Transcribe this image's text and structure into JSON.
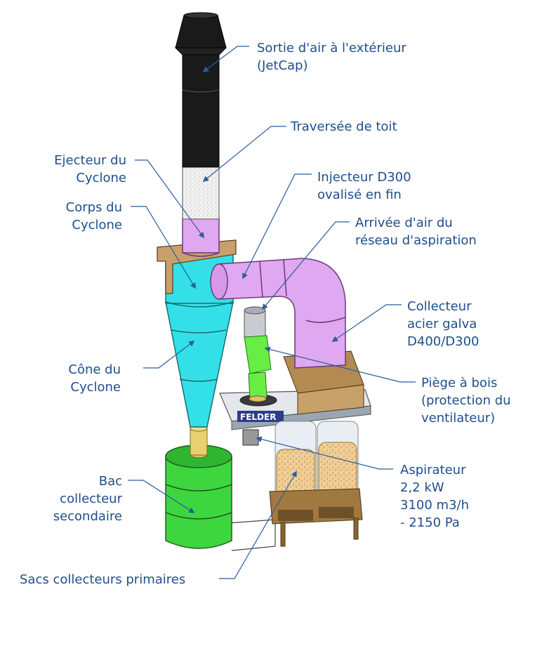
{
  "labels": {
    "sortie": {
      "lines": [
        "Sortie d'air à l'extérieur",
        "(JetCap)"
      ]
    },
    "traversee": {
      "lines": [
        "Traversée de toit"
      ]
    },
    "ejecteur": {
      "lines": [
        "Ejecteur du",
        "Cyclone"
      ]
    },
    "injecteur": {
      "lines": [
        "Injecteur D300",
        "ovalisé en fin"
      ]
    },
    "corps": {
      "lines": [
        "Corps du",
        "Cyclone"
      ]
    },
    "arrivee": {
      "lines": [
        "Arrivée d'air du",
        "réseau d'aspiration"
      ]
    },
    "collecteur": {
      "lines": [
        "Collecteur",
        "acier galva",
        "D400/D300"
      ]
    },
    "cone": {
      "lines": [
        "Cône du",
        "Cyclone"
      ]
    },
    "piege": {
      "lines": [
        "Piège à bois",
        "(protection du",
        "ventilateur)"
      ]
    },
    "aspirateur": {
      "lines": [
        "Aspirateur",
        "2,2 kW",
        "3100 m3/h",
        "- 2150 Pa"
      ]
    },
    "bac": {
      "lines": [
        "Bac",
        "collecteur",
        "secondaire"
      ]
    },
    "sacs": {
      "lines": [
        "Sacs collecteurs primaires"
      ]
    }
  },
  "brand": "FELDER",
  "colors": {
    "label_text": "#1f4e8c",
    "leader_line": "#2b5c9e",
    "chimney": "#1a1a1a",
    "roof_pass": "#e8e8e8",
    "ejector": "#e0a8f0",
    "cyclone": "#33e0e8",
    "drum": "#3ed63e",
    "wood": "#c8a06a",
    "bags": "#e8c890",
    "injector_pipe": "#66ee44"
  }
}
